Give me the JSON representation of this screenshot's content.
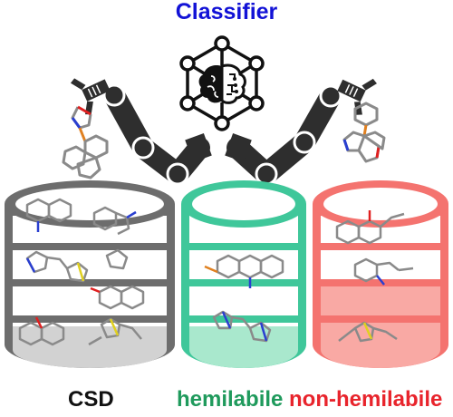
{
  "title": {
    "text": "Classifier",
    "color": "#1212d6"
  },
  "labels": [
    {
      "text": "CSD",
      "color": "#111111"
    },
    {
      "text": "hemilabile",
      "color": "#1f9a5c"
    },
    {
      "text": "non-hemilabile",
      "color": "#e8242c"
    }
  ],
  "colors": {
    "csd": "#6d6d6d",
    "hemilabile": "#3fc79a",
    "hemilabile_light": "#a9e8cd",
    "nonhemilabile": "#f4736f",
    "nonhemilabile_light": "#f9a9a4",
    "robot_arm": "#2e2e2e",
    "network_icon": "#111111",
    "molecule_bond": "#8a8a8a",
    "atom_nitrogen": "#2a3fd0",
    "atom_oxygen": "#e02020",
    "atom_phosphorus": "#e08020",
    "atom_sulfur": "#e0d020"
  },
  "icons": [
    "neural-network-icon",
    "brain-icon",
    "robot-arm-icon",
    "database-icon",
    "molecule-icon"
  ]
}
